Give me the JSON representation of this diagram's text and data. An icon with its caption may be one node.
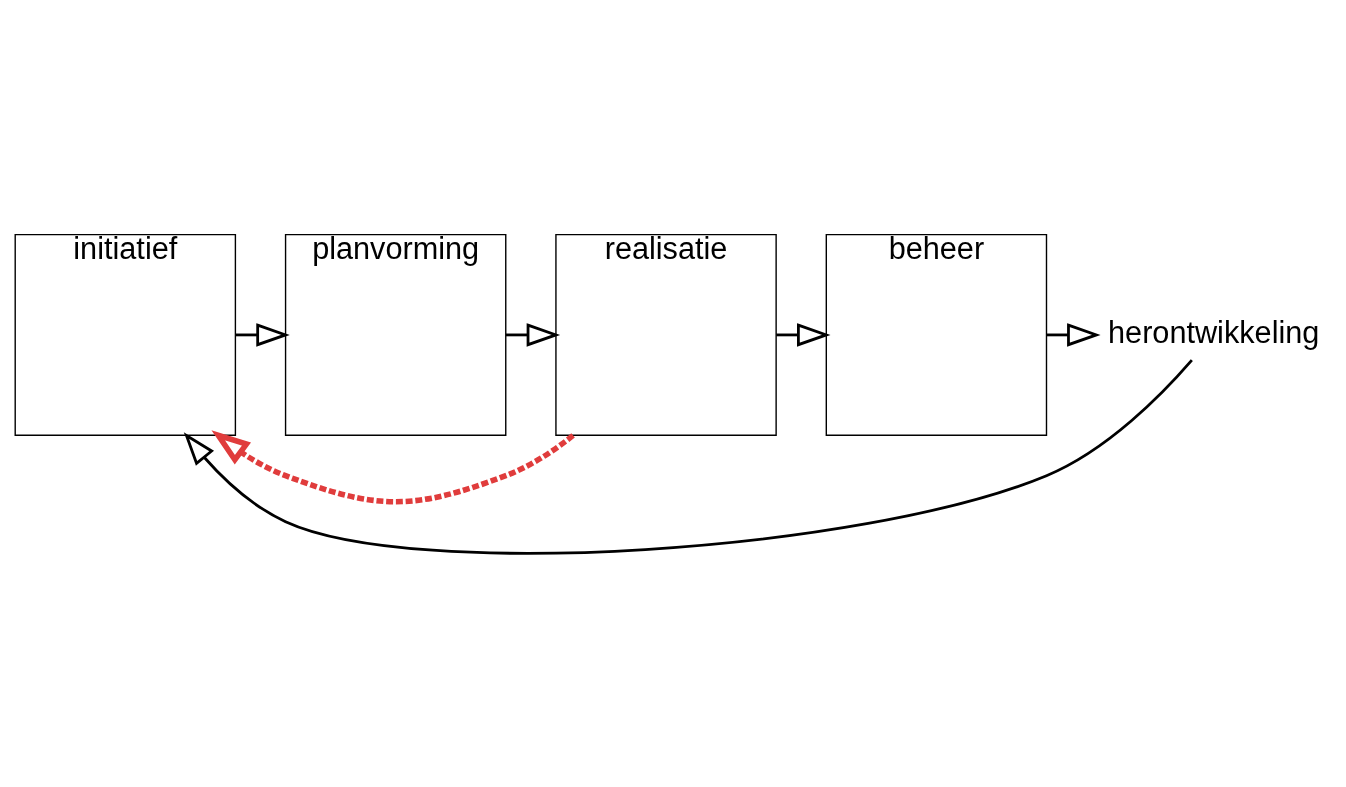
{
  "diagram": {
    "nodes": [
      {
        "text": [
          "initiatief"
        ]
      },
      {
        "text": [
          "planvorming"
        ]
      },
      {
        "text": [
          "realisatie"
        ]
      },
      {
        "text": [
          "beheer"
        ]
      },
      {
        "text": [
          "herontwikkeling"
        ]
      }
    ],
    "edges": [
      {
        "from": 0,
        "to": 1,
        "arrow": "to"
      },
      {
        "from": 1,
        "to": 2,
        "arrow": "to"
      },
      {
        "from": 2,
        "to": 3,
        "arrow": "to"
      },
      {
        "from": 3,
        "to": 4,
        "arrow": "to"
      },
      {
        "from": 4,
        "to": 0,
        "arrow": "to"
      },
      {
        "from": 2,
        "to": 0,
        "arrow": "to",
        "style": "dashed",
        "color": "#e03c3c"
      }
    ]
  }
}
